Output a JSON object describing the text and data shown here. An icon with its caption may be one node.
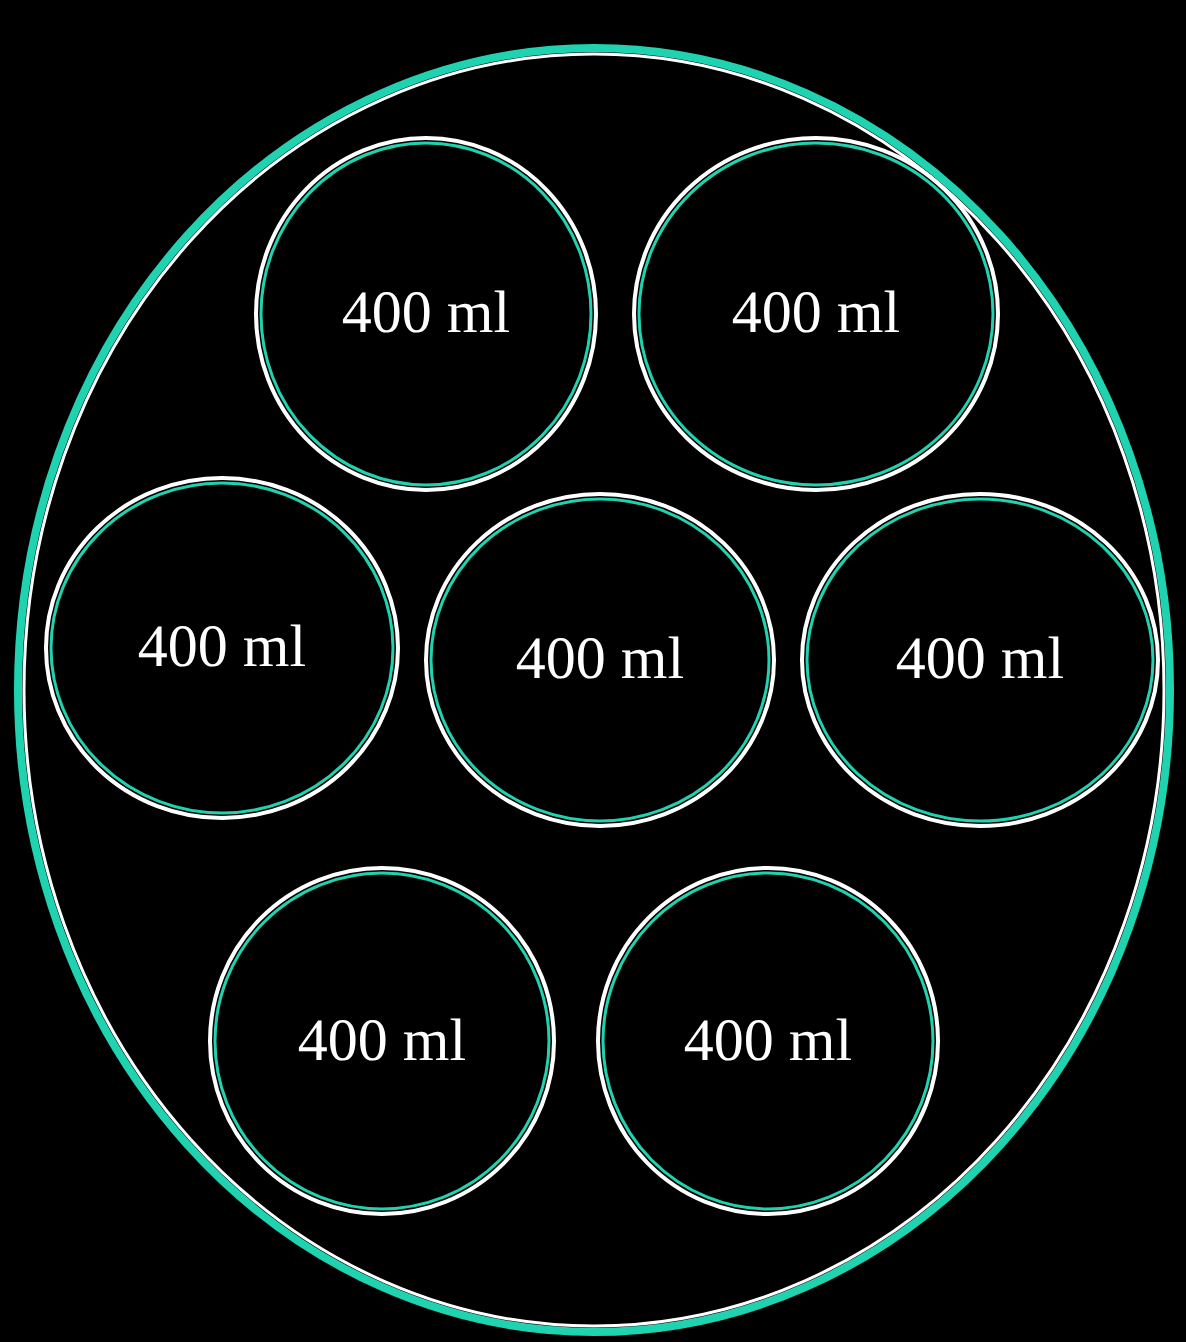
{
  "diagram": {
    "nodes": [
      {
        "text": [],
        "shape": "ellipse"
      },
      {
        "text": [
          "400 ml"
        ],
        "in": 0
      },
      {
        "text": [
          "400 ml"
        ],
        "in": 0
      },
      {
        "text": [
          "400 ml"
        ],
        "in": 0
      },
      {
        "text": [
          "400 ml"
        ],
        "in": 0
      },
      {
        "text": [
          "400 ml"
        ],
        "in": 0
      },
      {
        "text": [
          "400 ml"
        ],
        "in": 0
      },
      {
        "text": [
          "400 ml"
        ],
        "in": 0
      }
    ]
  }
}
